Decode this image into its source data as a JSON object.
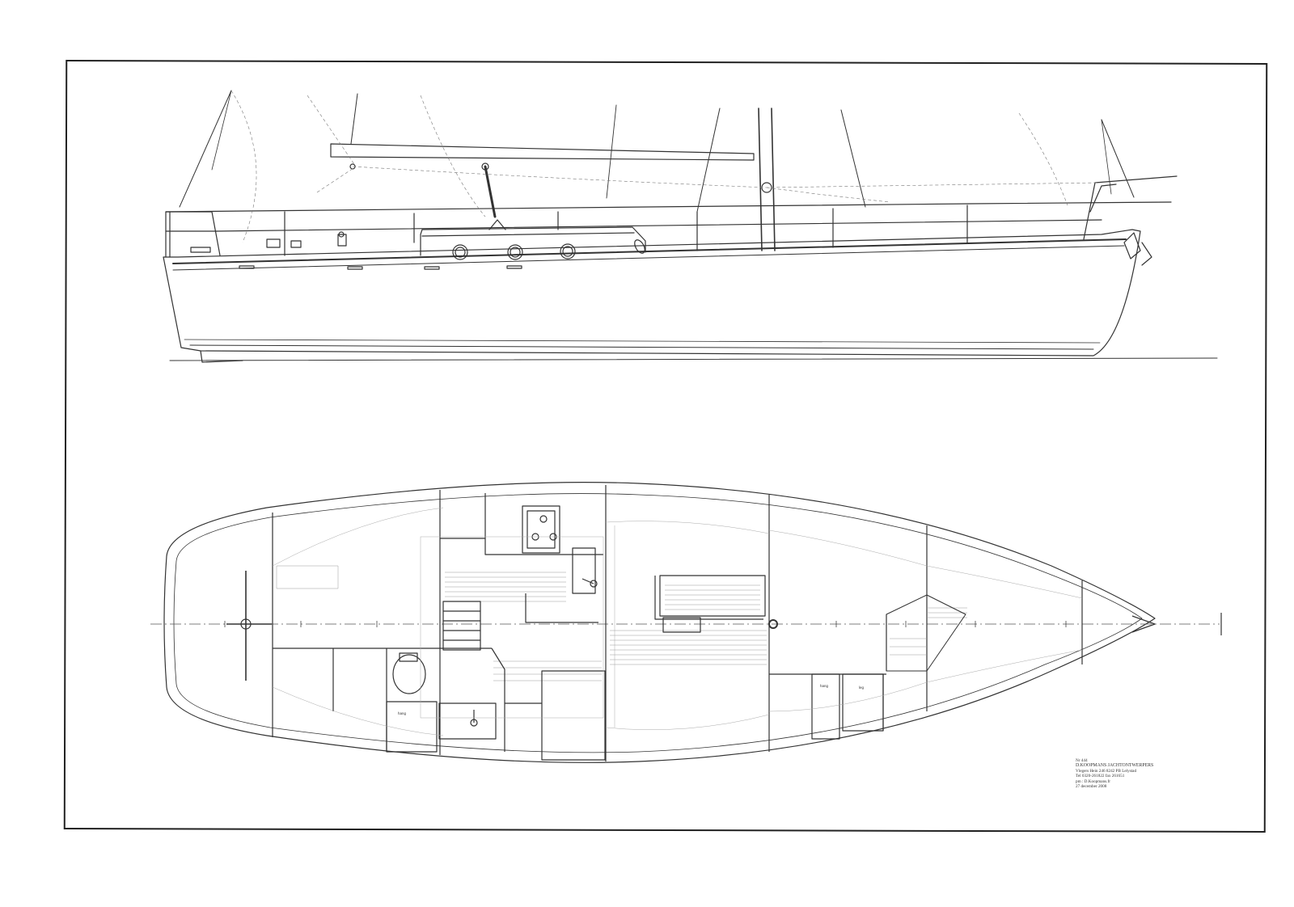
{
  "drawing": {
    "title_block": {
      "drawing_number": "Nr 444",
      "firm": "D.KOOPMANS JACHTONTWERPERS",
      "address": "Vlegers Hein 246 8242 PB Lelystad",
      "phone": "Tel 0320-261822 fax 261651",
      "email": "pm : D.Koopmans.fr",
      "date": "27 december 2008"
    },
    "accommodation_labels": {
      "hang_1": "hang",
      "hang_2": "hang",
      "leg": "leg"
    }
  }
}
